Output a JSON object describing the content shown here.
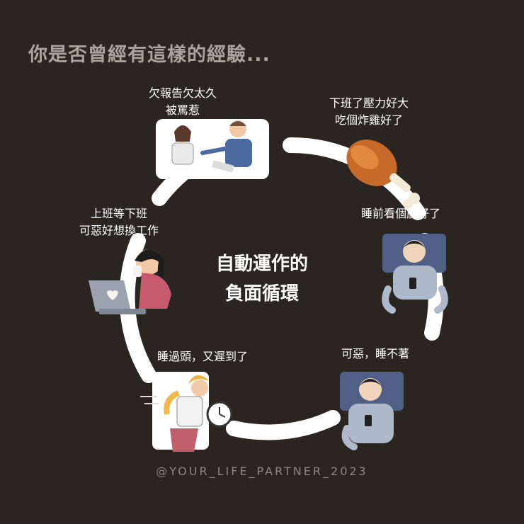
{
  "title": "你是否曾經有這樣的經驗...",
  "center": {
    "line1": "自動運作的",
    "line2": "負面循環"
  },
  "steps": [
    {
      "line1": "欠報告欠太久",
      "line2": "被罵惹"
    },
    {
      "line1": "下班了壓力好大",
      "line2": "吃個炸雞好了"
    },
    {
      "line1": "睡前看個劇好了",
      "line2": ""
    },
    {
      "line1": "可惡，睡不著",
      "line2": ""
    },
    {
      "line1": "睡過頭，又遲到了",
      "line2": ""
    },
    {
      "line1": "上班等下班",
      "line2": "可惡好想換工作"
    }
  ],
  "footer": "@YOUR_LIFE_PARTNER_2023",
  "colors": {
    "background": "#2a2520",
    "cycle": "#ffffff",
    "title": "#a9a49c"
  }
}
